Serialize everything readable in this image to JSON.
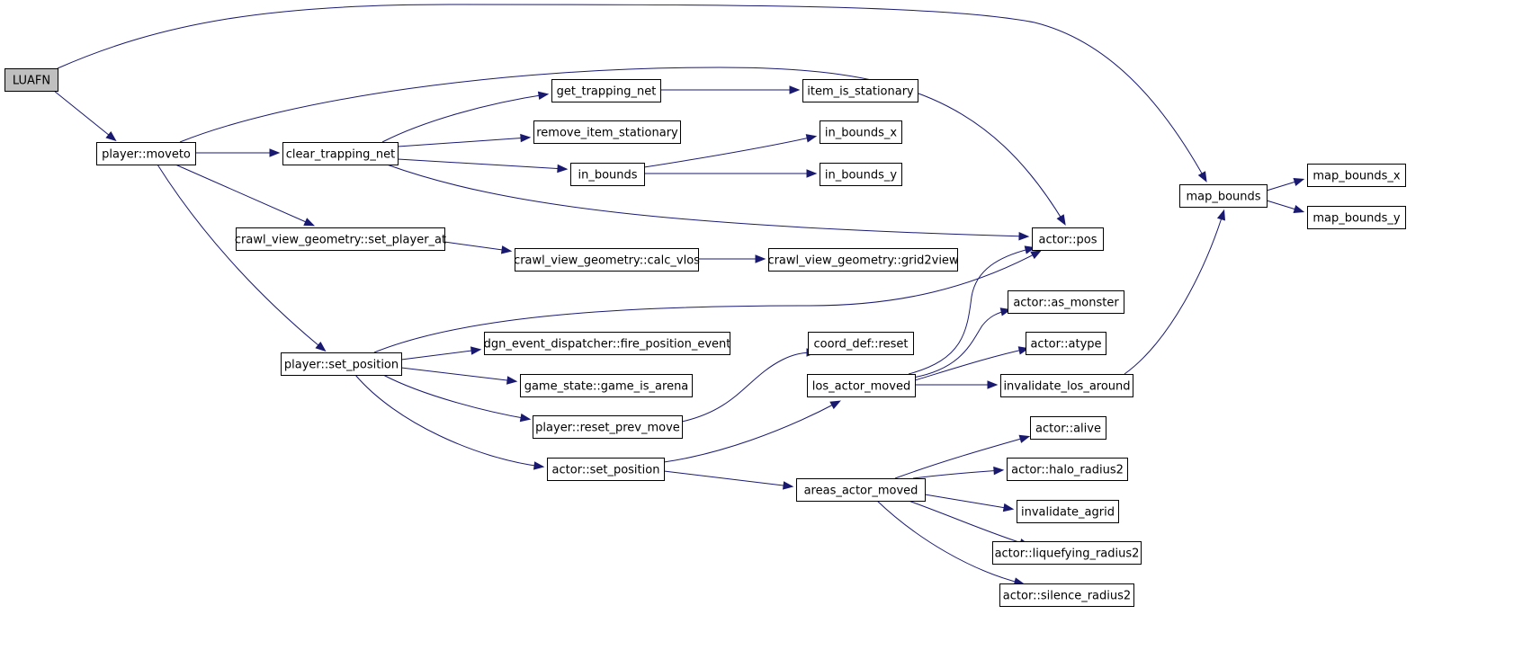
{
  "graph": {
    "nodes": [
      {
        "id": "luafn",
        "label": "LUAFN",
        "root": true
      },
      {
        "id": "player_moveto",
        "label": "player::moveto"
      },
      {
        "id": "clear_trapping_net",
        "label": "clear_trapping_net"
      },
      {
        "id": "get_trapping_net",
        "label": "get_trapping_net"
      },
      {
        "id": "item_is_stationary",
        "label": "item_is_stationary"
      },
      {
        "id": "remove_item_stationary",
        "label": "remove_item_stationary"
      },
      {
        "id": "in_bounds",
        "label": "in_bounds"
      },
      {
        "id": "in_bounds_x",
        "label": "in_bounds_x"
      },
      {
        "id": "in_bounds_y",
        "label": "in_bounds_y"
      },
      {
        "id": "set_player_at",
        "label": "crawl_view_geometry::set_player_at"
      },
      {
        "id": "calc_vlos",
        "label": "crawl_view_geometry::calc_vlos"
      },
      {
        "id": "grid2view",
        "label": "crawl_view_geometry::grid2view"
      },
      {
        "id": "actor_pos",
        "label": "actor::pos"
      },
      {
        "id": "map_bounds",
        "label": "map_bounds"
      },
      {
        "id": "map_bounds_x",
        "label": "map_bounds_x"
      },
      {
        "id": "map_bounds_y",
        "label": "map_bounds_y"
      },
      {
        "id": "player_set_position",
        "label": "player::set_position"
      },
      {
        "id": "fire_position_event",
        "label": "dgn_event_dispatcher::fire_position_event"
      },
      {
        "id": "game_is_arena",
        "label": "game_state::game_is_arena"
      },
      {
        "id": "reset_prev_move",
        "label": "player::reset_prev_move"
      },
      {
        "id": "actor_set_position",
        "label": "actor::set_position"
      },
      {
        "id": "coord_def_reset",
        "label": "coord_def::reset"
      },
      {
        "id": "los_actor_moved",
        "label": "los_actor_moved"
      },
      {
        "id": "as_monster",
        "label": "actor::as_monster"
      },
      {
        "id": "atype",
        "label": "actor::atype"
      },
      {
        "id": "invalidate_los_around",
        "label": "invalidate_los_around"
      },
      {
        "id": "areas_actor_moved",
        "label": "areas_actor_moved"
      },
      {
        "id": "actor_alive",
        "label": "actor::alive"
      },
      {
        "id": "halo_radius2",
        "label": "actor::halo_radius2"
      },
      {
        "id": "invalidate_agrid",
        "label": "invalidate_agrid"
      },
      {
        "id": "liquefying_radius2",
        "label": "actor::liquefying_radius2"
      },
      {
        "id": "silence_radius2",
        "label": "actor::silence_radius2"
      }
    ],
    "edges": [
      [
        "luafn",
        "map_bounds"
      ],
      [
        "luafn",
        "player_moveto"
      ],
      [
        "player_moveto",
        "actor_pos"
      ],
      [
        "player_moveto",
        "clear_trapping_net"
      ],
      [
        "player_moveto",
        "set_player_at"
      ],
      [
        "player_moveto",
        "player_set_position"
      ],
      [
        "clear_trapping_net",
        "get_trapping_net"
      ],
      [
        "clear_trapping_net",
        "remove_item_stationary"
      ],
      [
        "clear_trapping_net",
        "in_bounds"
      ],
      [
        "clear_trapping_net",
        "actor_pos"
      ],
      [
        "get_trapping_net",
        "item_is_stationary"
      ],
      [
        "in_bounds",
        "in_bounds_x"
      ],
      [
        "in_bounds",
        "in_bounds_y"
      ],
      [
        "set_player_at",
        "calc_vlos"
      ],
      [
        "calc_vlos",
        "grid2view"
      ],
      [
        "map_bounds",
        "map_bounds_x"
      ],
      [
        "map_bounds",
        "map_bounds_y"
      ],
      [
        "player_set_position",
        "actor_pos"
      ],
      [
        "player_set_position",
        "fire_position_event"
      ],
      [
        "player_set_position",
        "game_is_arena"
      ],
      [
        "player_set_position",
        "reset_prev_move"
      ],
      [
        "player_set_position",
        "actor_set_position"
      ],
      [
        "reset_prev_move",
        "coord_def_reset"
      ],
      [
        "actor_set_position",
        "los_actor_moved"
      ],
      [
        "actor_set_position",
        "areas_actor_moved"
      ],
      [
        "los_actor_moved",
        "actor_pos"
      ],
      [
        "los_actor_moved",
        "as_monster"
      ],
      [
        "los_actor_moved",
        "atype"
      ],
      [
        "los_actor_moved",
        "invalidate_los_around"
      ],
      [
        "invalidate_los_around",
        "map_bounds"
      ],
      [
        "areas_actor_moved",
        "actor_alive"
      ],
      [
        "areas_actor_moved",
        "halo_radius2"
      ],
      [
        "areas_actor_moved",
        "invalidate_agrid"
      ],
      [
        "areas_actor_moved",
        "liquefying_radius2"
      ],
      [
        "areas_actor_moved",
        "silence_radius2"
      ]
    ]
  }
}
